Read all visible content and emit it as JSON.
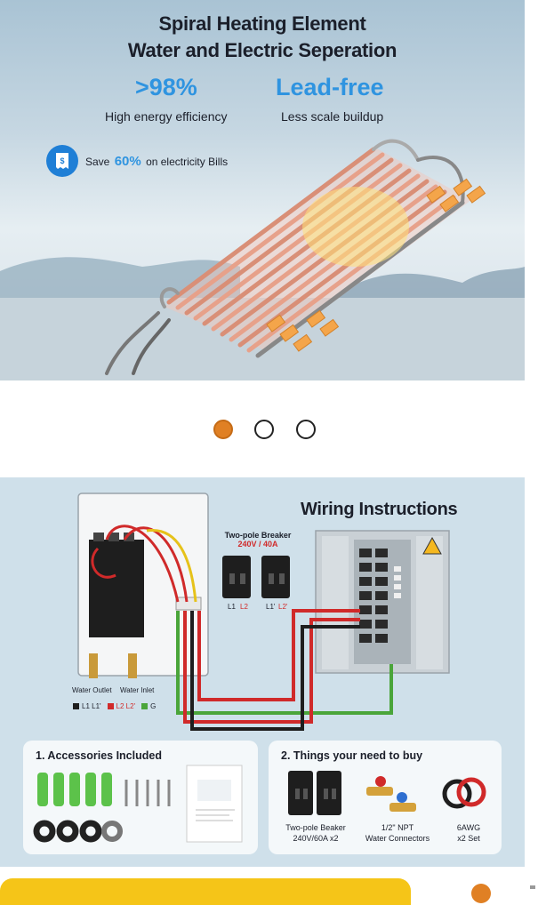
{
  "banner1": {
    "title_line1": "Spiral Heating Element",
    "title_line2": "Water and Electric Seperation",
    "stat1_value": ">98%",
    "stat1_label": "High energy efficiency",
    "stat2_value": "Lead-free",
    "stat2_label": "Less scale buildup",
    "save_prefix": "Save",
    "save_percent": "60%",
    "save_suffix": "on electricity Bills",
    "save_icon": "bill-dollar-icon"
  },
  "carousel": {
    "total": 3,
    "active_index": 0,
    "active_color": "#e08024"
  },
  "banner2": {
    "title": "Wiring Instructions",
    "breaker_title": "Two-pole Breaker",
    "breaker_spec": "240V / 40A",
    "breaker_terms_a": [
      "L1",
      "L2"
    ],
    "breaker_terms_b": [
      "L1'",
      "L2'"
    ],
    "water_outlet": "Water Outlet",
    "water_inlet": "Water Inlet",
    "legend": [
      "L1 L1'",
      "L2 L2'",
      "G"
    ],
    "card1": {
      "title": "1. Accessories Included"
    },
    "card2": {
      "title": "2. Things your need to buy",
      "items": [
        {
          "line1": "Two-pole Beaker",
          "line2": "240V/60A x2"
        },
        {
          "line1": "1/2\" NPT",
          "line2": "Water Connectors"
        },
        {
          "line1": "6AWG",
          "line2": "x2 Set"
        }
      ]
    }
  },
  "colors": {
    "accent_blue": "#2f94e0",
    "wire_red": "#d02a2a",
    "wire_green": "#4aa53a",
    "bottom_bar": "#f5c518"
  }
}
